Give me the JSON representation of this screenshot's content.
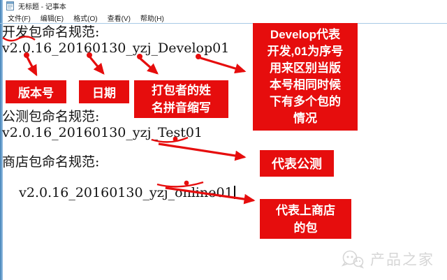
{
  "window": {
    "title": "无标题 - 记事本",
    "menu": [
      "文件(F)",
      "编辑(E)",
      "格式(O)",
      "查看(V)",
      "帮助(H)"
    ]
  },
  "document": {
    "dev_title": "开发包命名规范:",
    "dev_value": "v2.0.16_20160130_yzj_Develop01",
    "beta_title": "公测包命名规范:",
    "beta_value": "v2.0.16_20160130_yzj_Test01",
    "store_title": "商店包命名规范:",
    "store_value": "v2.0.16_20160130_yzj_online01"
  },
  "annotations": {
    "version_label": "版本号",
    "date_label": "日期",
    "packer_label": "打包者的姓\n名拼音缩写",
    "develop_note": "Develop代表\n开发,01为序号\n用来区别当版\n本号相同时候\n下有多个包的\n情况",
    "beta_note": "代表公测",
    "store_note": "代表上商店\n的包"
  },
  "watermark": {
    "text": "产品之家"
  },
  "colors": {
    "annotation_red": "#e60d0d",
    "window_border_blue": "#5b9bd5",
    "menu_divider_blue": "#a8cae6",
    "watermark_gray": "#d6d6d6",
    "text_black": "#141414"
  }
}
